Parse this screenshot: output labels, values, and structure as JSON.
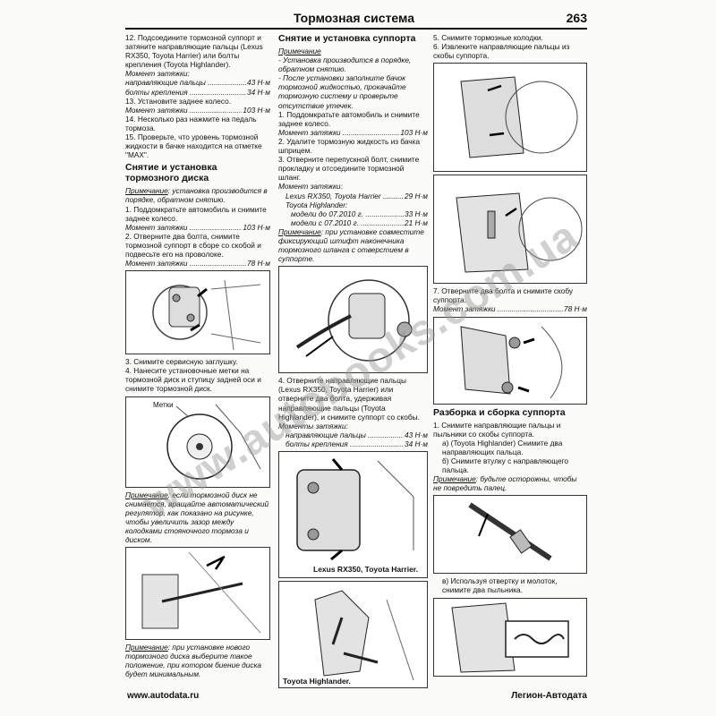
{
  "header": {
    "title": "Тормозная система",
    "page_number": "263"
  },
  "col1": {
    "p1": "12. Подсоедините тормозной суппорт и затяните направляющие пальцы (Lexus RX350, Toyota Harrier) или болты крепления (Toyota Highlander).",
    "torque_label": "Момент затяжки:",
    "t1_name": "направляющие пальцы",
    "t1_val": "43 Н·м",
    "t2_name": "болты крепления",
    "t2_val": "34 Н·м",
    "p2": "13. Установите заднее колесо.",
    "t3_name": "Момент затяжки",
    "t3_val": "103 Н·м",
    "p3": "14. Несколько раз нажмите на педаль тормоза.",
    "p4": "15. Проверьте, что уровень тормозной жидкости в бачке находится на отметке \"MAX\".",
    "section_title": "Снятие и установка тормозного диска",
    "note_label": "Примечание",
    "note_text": ": установка производится в порядке, обратном снятию.",
    "p5": "1. Поддомкратьте автомобиль и снимите заднее колесо.",
    "t4_name": "Момент затяжки",
    "t4_val": "103 Н·м",
    "p6": "2. Отверните два болта, снимите тормозной суппорт в сборе со скобой и подвесьте его на проволоке.",
    "t5_name": "Момент затяжки",
    "t5_val": "78 Н·м",
    "p7": "3. Снимите сервисную заглушку.",
    "p8": "4. Нанесите установочные метки на тормозной диск и ступицу задней оси и снимите тормозной диск.",
    "fig_label": "Метки",
    "note2_label": "Примечание",
    "note2_text": ": если тормозной диск не снимается, вращайте автоматический регулятор, как показано на рисунке, чтобы увеличить зазор между колодками стояночного тормоза и диском.",
    "note3_label": "Примечание",
    "note3_text": ": при установке нового тормозного диска выберите такое положение, при котором биение диска будет минимальным."
  },
  "col2": {
    "section_title": "Снятие и установка суппорта",
    "note_label": "Примечание",
    "note_a": "- Установка производится в порядке, обратном снятию.",
    "note_b": "- После установки заполните бачок тормозной жидкостью, прокачайте тормозную систему и проверьте отсутствие утечек.",
    "p1": "1. Поддомкратьте автомобиль и снимите заднее колесо.",
    "t1_name": "Момент затяжки",
    "t1_val": "103 Н·м",
    "p2": "2. Удалите тормозную жидкость из бачка шприцем.",
    "p3": "3. Отверните перепускной болт, снимите прокладку и отсоедините тормозной шланг.",
    "torque_label": "Момент затяжки:",
    "t2_name": "Lexus RX350, Toyota Harrier",
    "t2_val": "29 Н·м",
    "t3_head": "Toyota Highlander:",
    "t3_name": "модели до 07.2010 г.",
    "t3_val": "33 Н·м",
    "t4_name": "модели с 07.2010 г.",
    "t4_val": "21 Н·м",
    "note2_label": "Примечание",
    "note2_text": ": при установке совместите фиксирующий штифт наконечника тормозного шланга с отверстием в суппорте.",
    "p4": "4. Отверните направляющие пальцы (Lexus RX350, Toyota Harrier) или отверните два болта, удерживая направляющие пальцы (Toyota Highlander), и снимите суппорт со скобы.",
    "torque_label2": "Моменты затяжки:",
    "t5_name": "направляющие пальцы",
    "t5_val": "43 Н·м",
    "t6_name": "болты крепления",
    "t6_val": "34 Н·м",
    "cap1": "Lexus RX350, Toyota Harrier.",
    "cap2": "Toyota Highlander."
  },
  "col3": {
    "p1": "5. Снимите тормозные колодки.",
    "p2": "6. Извлеките направляющие пальцы из скобы суппорта.",
    "p3": "7. Отверните два болта и снимите скобу суппорта.",
    "t1_name": "Момент затяжки",
    "t1_val": "78 Н·м",
    "section_title": "Разборка и сборка суппорта",
    "p4": "1. Снимите направляющие пальцы и пыльники со скобы суппорта.",
    "p5a": "а) (Toyota Highlander) Снимите два направляющих пальца.",
    "p5b": "б) Снимите втулку с направляющего пальца.",
    "note_label": "Примечание",
    "note_text": ": будьте осторожны, чтобы не повредить палец.",
    "p6": "в) Используя отвертку и молоток, снимите два пыльника."
  },
  "footer": {
    "left": "www.autodata.ru",
    "right": "Легион-Автодата"
  },
  "watermark": "www.autobooks.com.ua"
}
